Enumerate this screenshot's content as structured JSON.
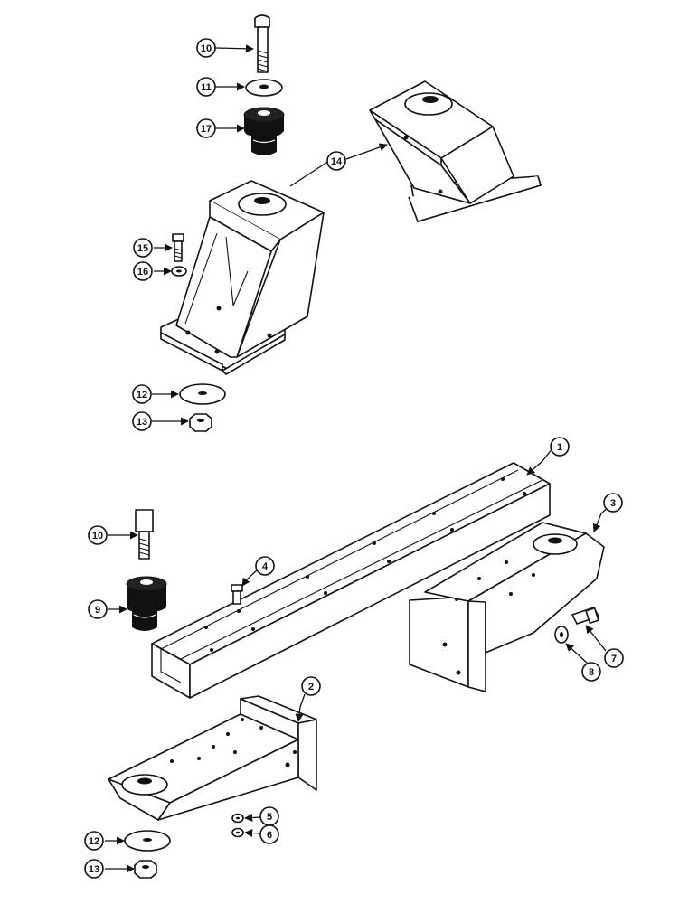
{
  "diagram": {
    "callouts": [
      {
        "id": "c10-top",
        "label": "10"
      },
      {
        "id": "c11",
        "label": "11"
      },
      {
        "id": "c17",
        "label": "17"
      },
      {
        "id": "c14",
        "label": "14"
      },
      {
        "id": "c15",
        "label": "15"
      },
      {
        "id": "c16",
        "label": "16"
      },
      {
        "id": "c12-top",
        "label": "12"
      },
      {
        "id": "c13-top",
        "label": "13"
      },
      {
        "id": "c1",
        "label": "1"
      },
      {
        "id": "c3",
        "label": "3"
      },
      {
        "id": "c10-bot",
        "label": "10"
      },
      {
        "id": "c4",
        "label": "4"
      },
      {
        "id": "c9",
        "label": "9"
      },
      {
        "id": "c7",
        "label": "7"
      },
      {
        "id": "c8",
        "label": "8"
      },
      {
        "id": "c2",
        "label": "2"
      },
      {
        "id": "c5",
        "label": "5"
      },
      {
        "id": "c6",
        "label": "6"
      },
      {
        "id": "c12-bot",
        "label": "12"
      },
      {
        "id": "c13-bot",
        "label": "13"
      }
    ]
  }
}
